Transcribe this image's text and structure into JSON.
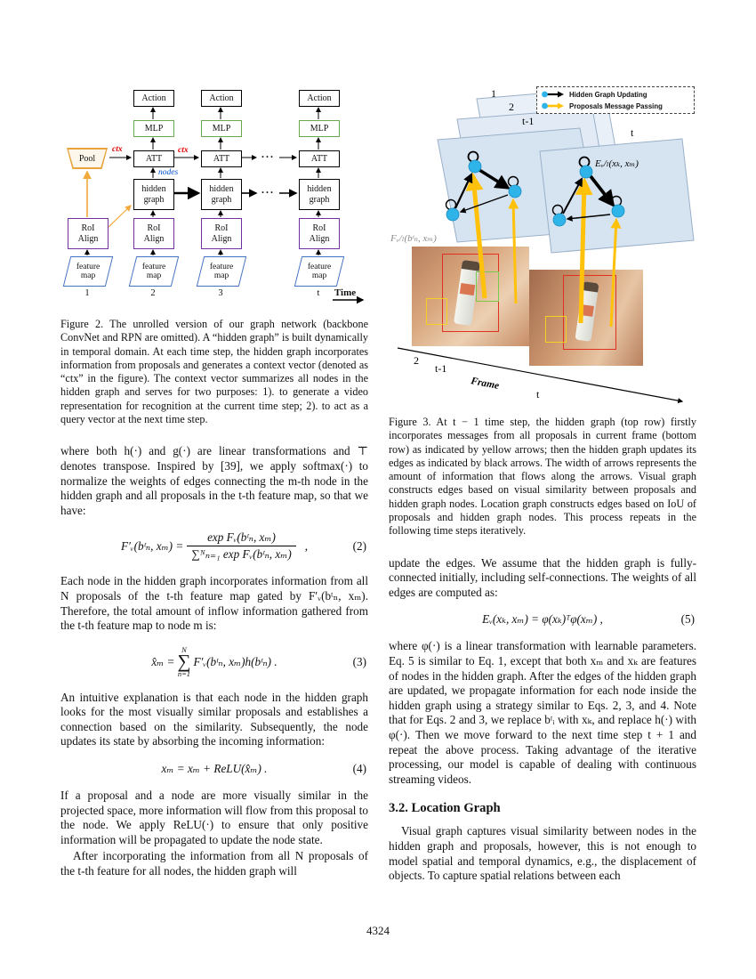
{
  "page": {
    "number": "4324"
  },
  "figure2": {
    "boxes": {
      "action": "Action",
      "mlp": "MLP",
      "att": "ATT",
      "pool": "Pool",
      "hidden1": "hidden",
      "hidden2": "graph",
      "roi1": "RoI",
      "roi2": "Align",
      "feat1": "feature",
      "feat2": "map"
    },
    "annotations": {
      "ctx": "ctx",
      "nodes": "nodes",
      "dots": "···",
      "time": "Time"
    },
    "timesteps": [
      "1",
      "2",
      "3",
      "t"
    ],
    "caption": "Figure 2. The unrolled version of our graph network (backbone ConvNet and RPN are omitted). A “hidden graph” is built dynamically in temporal domain. At each time step, the hidden graph incorporates information from proposals and generates a context vector (denoted as “ctx” in the figure). The context vector summarizes all nodes in the hidden graph and serves for two purposes: 1). to generate a video representation for recognition at the current time step; 2). to act as a query vector at the next time step."
  },
  "figure3": {
    "legend": [
      {
        "label": "Hidden Graph Updating"
      },
      {
        "label": "Proposals Message Passing"
      }
    ],
    "labels": {
      "frame1": "1",
      "frame2": "2",
      "frame_tm1": "t-1",
      "frame_t": "t",
      "axis_2": "2",
      "axis_tm1": "t-1",
      "axis_frame": "Frame",
      "axis_t": "t",
      "edge_fn": "Eᵥ/ₗ(xₖ, xₘ)",
      "msg_fn": "Fᵥ/ₗ(bᵗₙ, xₘ)"
    },
    "caption": "Figure 3. At t − 1 time step, the hidden graph (top row) firstly incorporates messages from all proposals in current frame (bottom row) as indicated by yellow arrows; then the hidden graph updates its edges as indicated by black arrows. The width of arrows represents the amount of information that flows along the arrows. Visual graph constructs edges based on visual similarity between proposals and hidden graph nodes. Location graph constructs edges based on IoU of proposals and hidden graph nodes. This process repeats in the following time steps iteratively."
  },
  "left_col": {
    "para1": "where both h(·) and g(·) are linear transformations and ⊤ denotes transpose. Inspired by [39], we apply softmax(·) to normalize the weights of edges connecting the m-th node in the hidden graph and all proposals in the t-th feature map, so that we have:",
    "eq2": {
      "lhs": "F′ᵥ(bᵗₙ, xₘ) =",
      "num": "exp Fᵥ(bᵗₙ, xₘ)",
      "den": "∑ᴺₙ₌₁ exp Fᵥ(bᵗₙ, xₘ)",
      "tail": ",",
      "label": "(2)"
    },
    "para2": "Each node in the hidden graph incorporates information from all N proposals of the t-th feature map gated by F′ᵥ(bᵗₙ, xₘ). Therefore, the total amount of inflow information gathered from the t-th feature map to node m is:",
    "eq3": {
      "lhs": "x̂ₘ =",
      "sum_top": "N",
      "sum_bot": "n=1",
      "rhs": "F′ᵥ(bᵗₙ, xₘ)h(bᵗₙ) .",
      "label": "(3)"
    },
    "para3": "An intuitive explanation is that each node in the hidden graph looks for the most visually similar proposals and establishes a connection based on the similarity. Subsequently, the node updates its state by absorbing the incoming information:",
    "eq4": {
      "body": "xₘ = xₘ + ReLU(x̂ₘ) .",
      "label": "(4)"
    },
    "para4": "If a proposal and a node are more visually similar in the projected space, more information will flow from this proposal to the node. We apply ReLU(·) to ensure that only positive information will be propagated to update the node state.",
    "para5": "After incorporating the information from all N proposals of the t-th feature for all nodes, the hidden graph will"
  },
  "right_col": {
    "para1": "update the edges. We assume that the hidden graph is fully-connected initially, including self-connections. The weights of all edges are computed as:",
    "eq5": {
      "body": "Eᵥ(xₖ, xₘ) = φ(xₖ)ᵀφ(xₘ) ,",
      "label": "(5)"
    },
    "para2": "where φ(·) is a linear transformation with learnable parameters. Eq. 5 is similar to Eq. 1, except that both xₘ and xₖ are features of nodes in the hidden graph. After the edges of the hidden graph are updated, we propagate information for each node inside the hidden graph using a strategy similar to Eqs. 2, 3, and 4. Note that for Eqs. 2 and 3, we replace bᵗᵢ with xₖ, and replace h(·) with φ(·). Then we move forward to the next time step t + 1 and repeat the above process. Taking advantage of the iterative processing, our model is capable of dealing with continuous streaming videos.",
    "section_title": "3.2. Location Graph",
    "para3": "Visual graph captures visual similarity between nodes in the hidden graph and proposals, however, this is not enough to model spatial and temporal dynamics, e.g., the displacement of objects. To capture spatial relations between each"
  }
}
